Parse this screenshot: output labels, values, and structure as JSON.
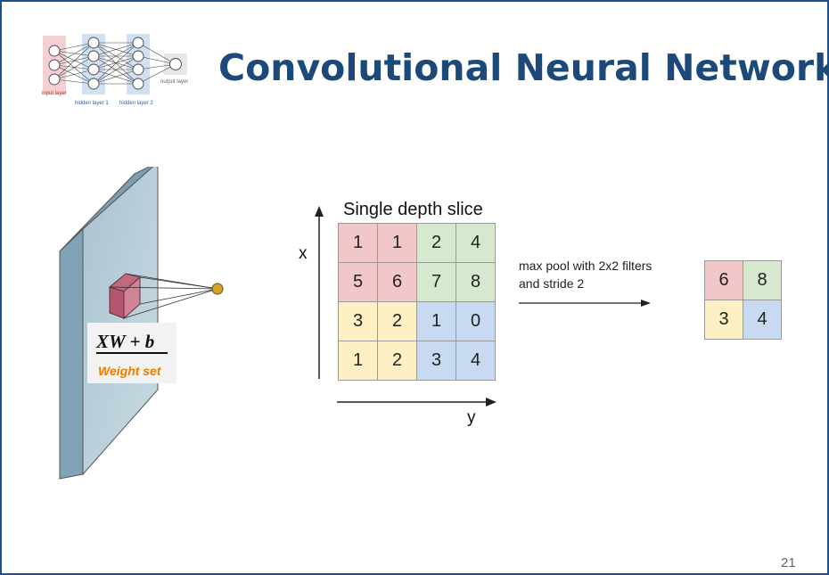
{
  "slide": {
    "title": "Convolutional Neural Network",
    "page_number": "21"
  },
  "nn_thumbnail": {
    "input_label": "input layer",
    "hidden1_label": "hidden layer 1",
    "hidden2_label": "hidden layer 2",
    "output_label": "output layer"
  },
  "conv_panel": {
    "formula": "XW + b",
    "weight_label": "Weight set"
  },
  "pooling": {
    "slice_title": "Single depth slice",
    "x_label": "x",
    "y_label": "y",
    "input_grid": [
      [
        {
          "v": "1",
          "c": "pink"
        },
        {
          "v": "1",
          "c": "pink"
        },
        {
          "v": "2",
          "c": "green"
        },
        {
          "v": "4",
          "c": "green"
        }
      ],
      [
        {
          "v": "5",
          "c": "pink"
        },
        {
          "v": "6",
          "c": "pink"
        },
        {
          "v": "7",
          "c": "green"
        },
        {
          "v": "8",
          "c": "green"
        }
      ],
      [
        {
          "v": "3",
          "c": "yellow"
        },
        {
          "v": "2",
          "c": "yellow"
        },
        {
          "v": "1",
          "c": "blue"
        },
        {
          "v": "0",
          "c": "blue"
        }
      ],
      [
        {
          "v": "1",
          "c": "yellow"
        },
        {
          "v": "2",
          "c": "yellow"
        },
        {
          "v": "3",
          "c": "blue"
        },
        {
          "v": "4",
          "c": "blue"
        }
      ]
    ],
    "operation_line1": "max pool with 2x2 filters",
    "operation_line2": "and stride 2",
    "output_grid": [
      [
        {
          "v": "6",
          "c": "pink"
        },
        {
          "v": "8",
          "c": "green"
        }
      ],
      [
        {
          "v": "3",
          "c": "yellow"
        },
        {
          "v": "4",
          "c": "blue"
        }
      ]
    ]
  },
  "colors": {
    "title": "#1b4a7a",
    "frame": "#1f4e8c",
    "pink": "#f2c7c9",
    "green": "#d6e8cd",
    "yellow": "#fdf0c5",
    "blue": "#c8d9f2",
    "weight_label": "#f07c00"
  }
}
